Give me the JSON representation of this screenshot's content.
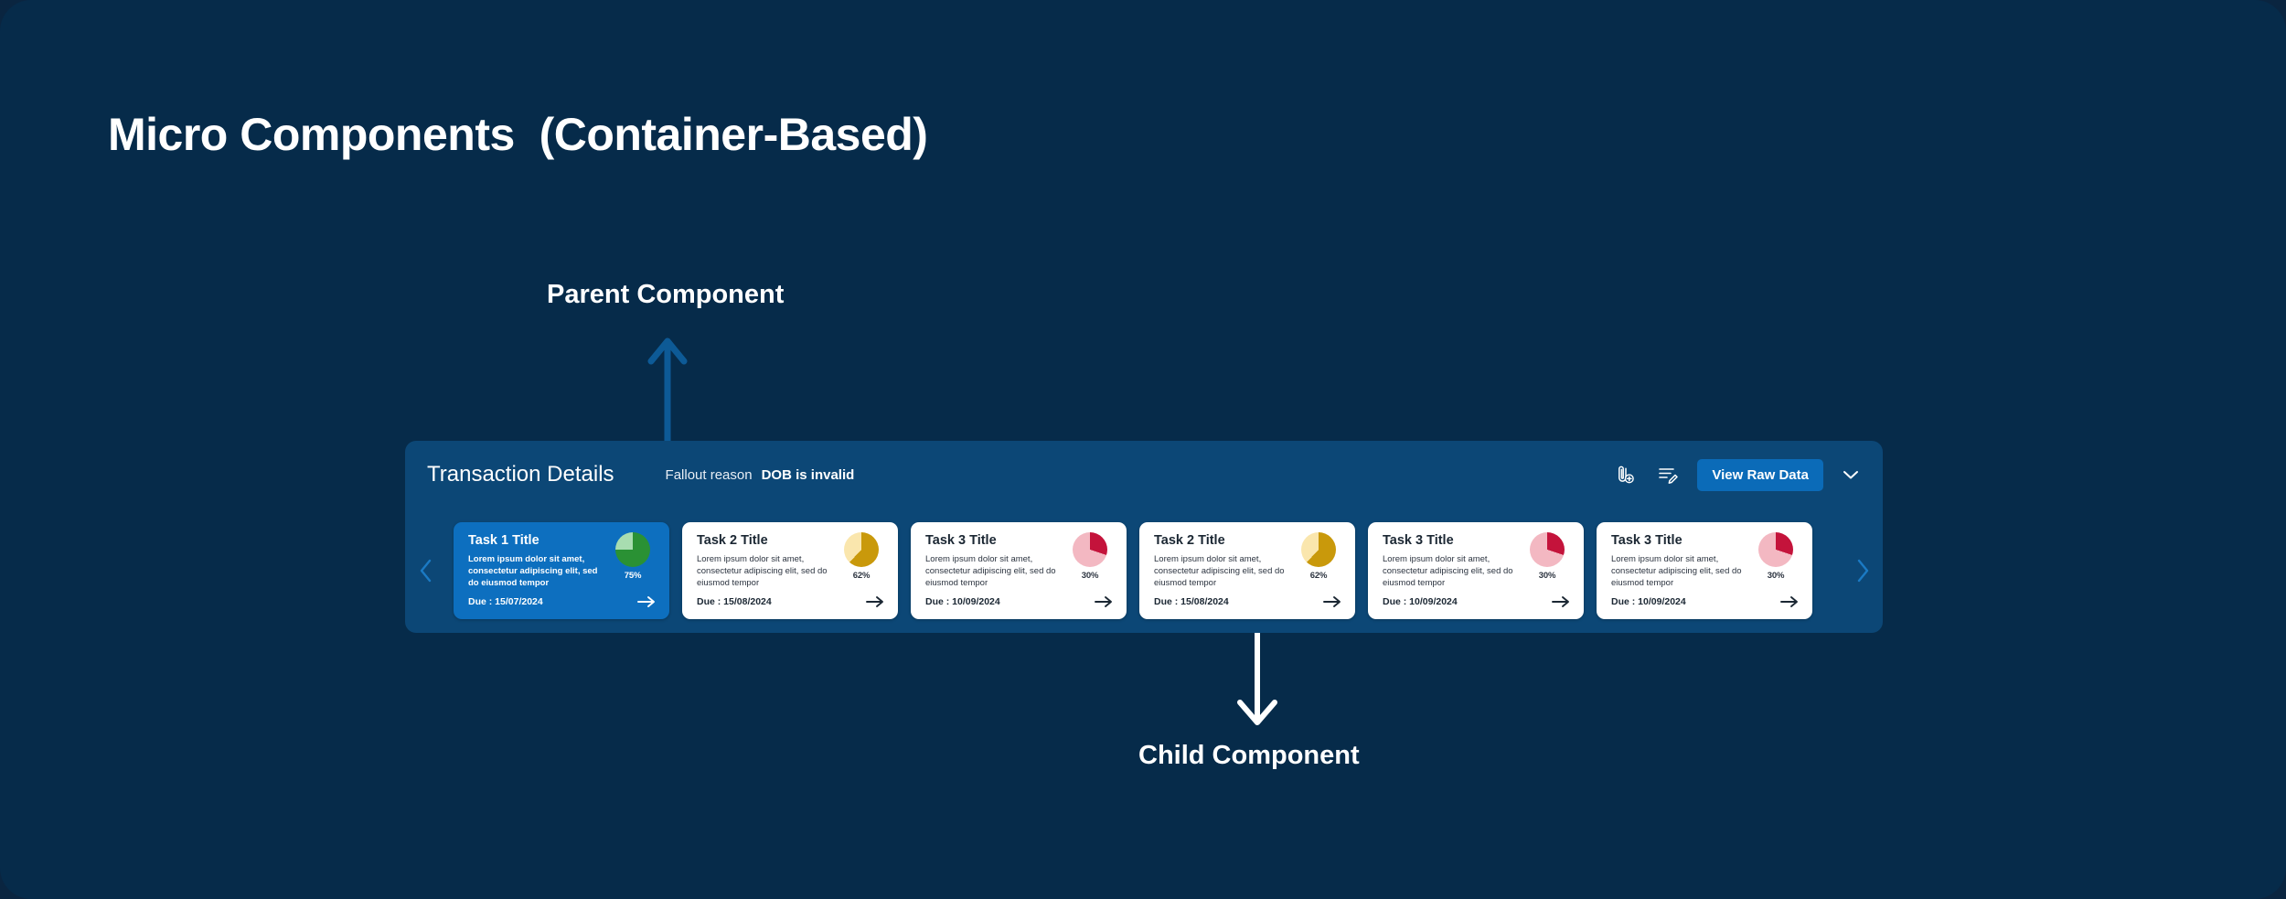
{
  "page": {
    "title": "Micro Components  (Container-Based)",
    "background_color": "#062b4a"
  },
  "annotations": {
    "parent_label": "Parent Component",
    "child_label": "Child Component",
    "arrow_up_color": "#0d5a96",
    "arrow_down_color": "#ffffff"
  },
  "panel": {
    "title": "Transaction Details",
    "fallout_label": "Fallout reason",
    "fallout_value": "DOB is invalid",
    "background_color": "#0c4776",
    "actions": {
      "attach_icon": "attach-add-icon",
      "note_icon": "note-edit-icon",
      "raw_data_label": "View Raw Data",
      "raw_data_color": "#0b6bb8",
      "collapse_icon": "chevron-down-icon"
    },
    "carousel": {
      "prev_icon": "chevron-left-icon",
      "next_icon": "chevron-right-icon",
      "arrow_color": "#1b7ac4"
    }
  },
  "cards": [
    {
      "title": "Task 1 Title",
      "description": "Lorem ipsum dolor sit amet, consectetur adipiscing elit, sed do eiusmod tempor",
      "due_label": "Due : 15/07/2024",
      "percent": 75,
      "percent_label": "75%",
      "fill_color": "#2a9134",
      "track_color": "#a8ddb0",
      "active": true,
      "go_icon": "arrow-right-icon"
    },
    {
      "title": "Task 2 Title",
      "description": "Lorem ipsum dolor sit amet, consectetur adipiscing elit, sed do eiusmod tempor",
      "due_label": "Due : 15/08/2024",
      "percent": 62,
      "percent_label": "62%",
      "fill_color": "#c9990b",
      "track_color": "#fae6ad",
      "active": false,
      "go_icon": "arrow-right-icon"
    },
    {
      "title": "Task 3 Title",
      "description": "Lorem ipsum dolor sit amet, consectetur adipiscing elit, sed do eiusmod tempor",
      "due_label": "Due : 10/09/2024",
      "percent": 30,
      "percent_label": "30%",
      "fill_color": "#c4133b",
      "track_color": "#f3b8c2",
      "active": false,
      "go_icon": "arrow-right-icon"
    },
    {
      "title": "Task 2 Title",
      "description": "Lorem ipsum dolor sit amet, consectetur adipiscing elit, sed do eiusmod tempor",
      "due_label": "Due : 15/08/2024",
      "percent": 62,
      "percent_label": "62%",
      "fill_color": "#c9990b",
      "track_color": "#fae6ad",
      "active": false,
      "go_icon": "arrow-right-icon"
    },
    {
      "title": "Task 3 Title",
      "description": "Lorem ipsum dolor sit amet, consectetur adipiscing elit, sed do eiusmod tempor",
      "due_label": "Due : 10/09/2024",
      "percent": 30,
      "percent_label": "30%",
      "fill_color": "#c4133b",
      "track_color": "#f3b8c2",
      "active": false,
      "go_icon": "arrow-right-icon"
    },
    {
      "title": "Task 3 Title",
      "description": "Lorem ipsum dolor sit amet, consectetur adipiscing elit, sed do eiusmod tempor",
      "due_label": "Due : 10/09/2024",
      "percent": 30,
      "percent_label": "30%",
      "fill_color": "#c4133b",
      "track_color": "#f3b8c2",
      "active": false,
      "go_icon": "arrow-right-icon"
    }
  ]
}
